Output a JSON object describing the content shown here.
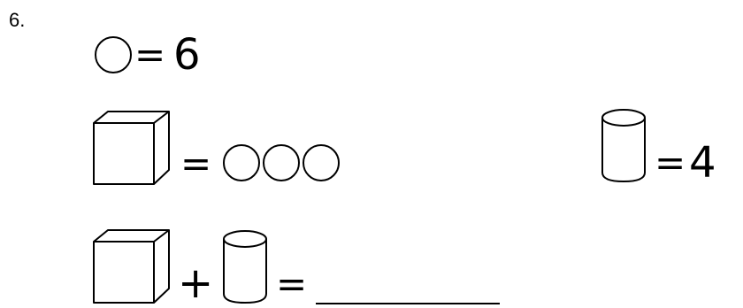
{
  "problem": {
    "number": "6."
  },
  "row1": {
    "equals": "=",
    "value": "6"
  },
  "row2": {
    "equals": "="
  },
  "row3": {
    "equals": "=",
    "value": "4"
  },
  "row4": {
    "plus": "+",
    "equals": "="
  },
  "icons": {
    "circle": "circle-icon",
    "cube": "cube-icon",
    "cylinder": "cylinder-icon"
  },
  "colors": {
    "ink": "#000000",
    "background": "#ffffff"
  }
}
